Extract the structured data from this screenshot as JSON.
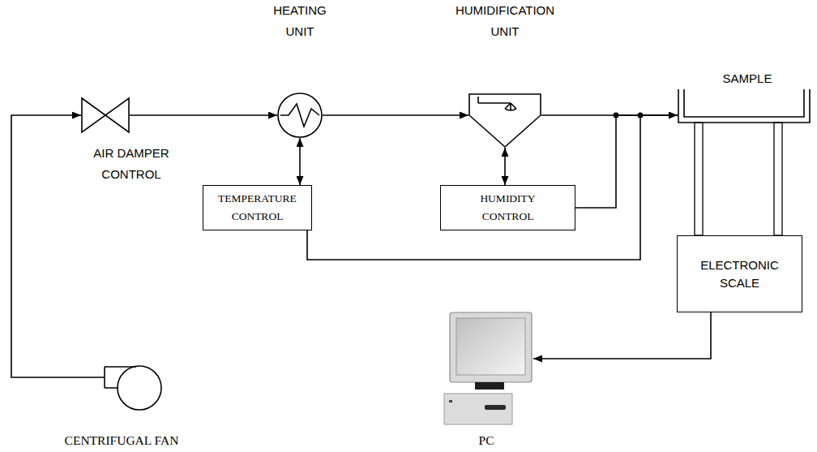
{
  "diagram": {
    "nodes": [
      {
        "text": [
          "AIR DAMPER CONTROL"
        ]
      },
      {
        "text": [
          "HEATING UNIT"
        ]
      },
      {
        "text": [
          "HUMIDIFICATION UNIT"
        ]
      },
      {
        "text": [
          "SAMPLE"
        ]
      },
      {
        "text": [
          "TEMPERATURE CONTROL"
        ]
      },
      {
        "text": [
          "HUMIDITY CONTROL"
        ]
      },
      {
        "text": [
          "ELECTRONIC SCALE"
        ]
      },
      {
        "text": [
          "PC"
        ]
      },
      {
        "text": [
          "CENTRIFUGAL FAN"
        ]
      }
    ],
    "edges": [
      {
        "from": 8,
        "to": 0,
        "arrow": "to"
      },
      {
        "from": 0,
        "to": 1,
        "arrow": "to"
      },
      {
        "from": 1,
        "to": 2,
        "arrow": "to"
      },
      {
        "from": 2,
        "to": 3,
        "arrow": "to"
      },
      {
        "from": 1,
        "to": 4,
        "arrow": "both"
      },
      {
        "from": 2,
        "to": 5,
        "arrow": "both"
      },
      {
        "from": 5,
        "to": 3,
        "arrow": "none"
      },
      {
        "from": 4,
        "to": 3,
        "arrow": "none"
      },
      {
        "from": 6,
        "to": 7,
        "arrow": "to"
      }
    ]
  }
}
